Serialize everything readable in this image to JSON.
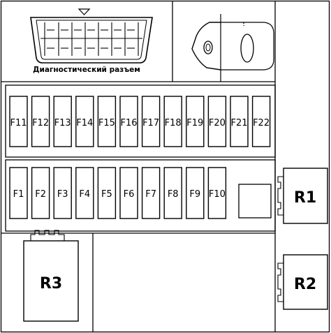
{
  "diagnostic": {
    "label": "Диагностический разъем"
  },
  "fuses_top": [
    "F11",
    "F12",
    "F13",
    "F14",
    "F15",
    "F16",
    "F17",
    "F18",
    "F19",
    "F20",
    "F21",
    "F22"
  ],
  "fuses_bottom": [
    "F1",
    "F2",
    "F3",
    "F4",
    "F5",
    "F6",
    "F7",
    "F8",
    "F9",
    "F10"
  ],
  "relays": {
    "r1": "R1",
    "r2": "R2",
    "r3": "R3"
  }
}
